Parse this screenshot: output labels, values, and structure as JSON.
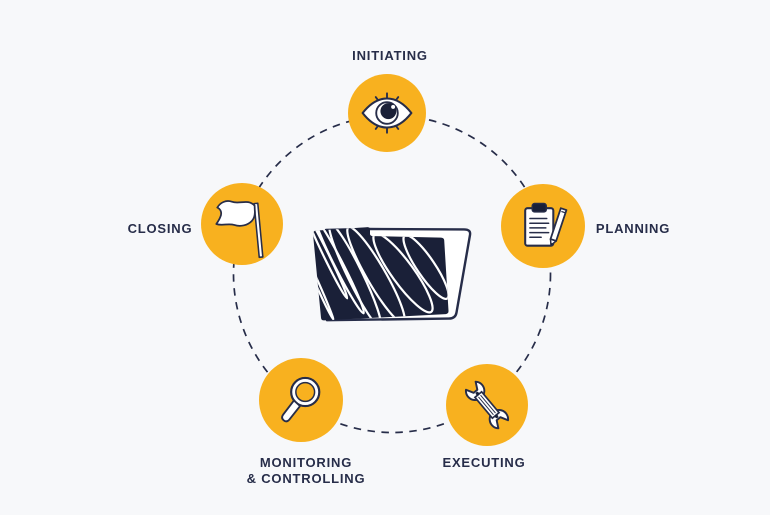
{
  "diagram": {
    "name": "project-management-lifecycle",
    "center_illustration": "scribbled-folder",
    "colors": {
      "background": "#f7f8fa",
      "circle_fill": "#f8b11f",
      "ink": "#272d49",
      "ink_dark": "#1a2038",
      "icon_fill": "#ffffff"
    },
    "connector": {
      "style": "dashed-circle",
      "color": "#272d49"
    },
    "phases": [
      {
        "id": "initiating",
        "label": "INITIATING",
        "icon": "eye-icon",
        "label_position": "top"
      },
      {
        "id": "planning",
        "label": "PLANNING",
        "icon": "clipboard-pencil-icon",
        "label_position": "right"
      },
      {
        "id": "executing",
        "label": "EXECUTING",
        "icon": "wrench-icon",
        "label_position": "bottom"
      },
      {
        "id": "monitoring-controlling",
        "label": "MONITORING\n& CONTROLLING",
        "icon": "magnifying-glass-icon",
        "label_position": "bottom"
      },
      {
        "id": "closing",
        "label": "CLOSING",
        "icon": "flag-icon",
        "label_position": "left"
      }
    ]
  }
}
